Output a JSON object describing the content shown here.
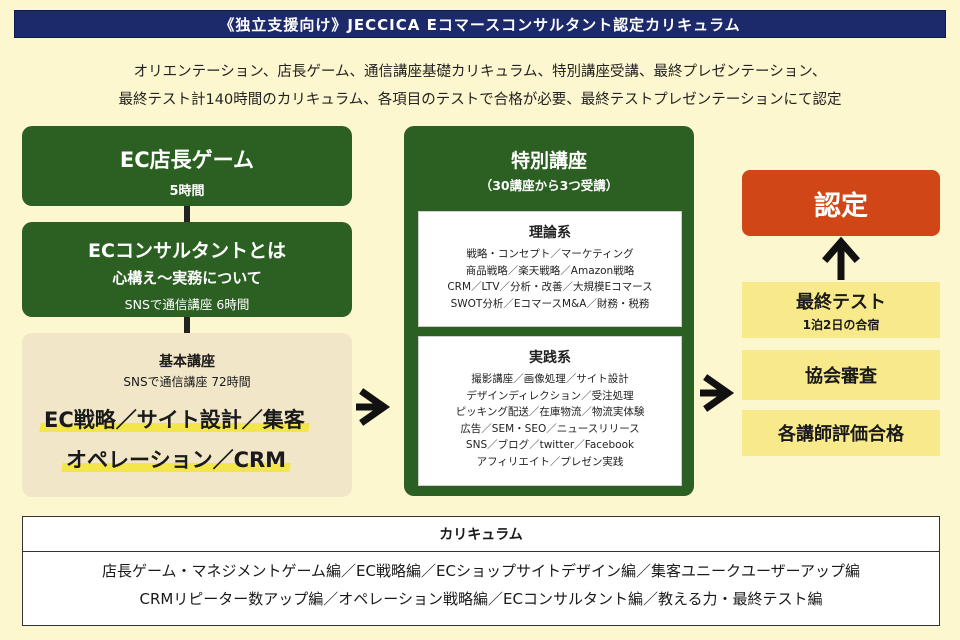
{
  "header": {
    "title": "《独立支援向け》JECCICA Eコマースコンサルタント認定カリキュラム"
  },
  "intro": {
    "line1": "オリエンテーション、店長ゲーム、通信講座基礎カリキュラム、特別講座受講、最終プレゼンテーション、",
    "line2": "最終テスト計140時間のカリキュラム、各項目のテストで合格が必要、最終テストプレゼンテーションにて認定"
  },
  "ec_game": {
    "title": "EC店長ゲーム",
    "hours": "5時間"
  },
  "consult": {
    "title": "ECコンサルタントとは",
    "subtitle": "心構え～実務について",
    "detail": "SNSで通信講座 6時間"
  },
  "basic": {
    "title": "基本講座",
    "detail": "SNSで通信講座 72時間",
    "highlight1": "EC戦略／サイト設計／集客",
    "highlight2": "オペレーション／CRM"
  },
  "special": {
    "title": "特別講座",
    "subtitle": "（30講座から3つ受講）",
    "theory": {
      "title": "理論系",
      "lines": [
        "戦略・コンセプト／マーケティング",
        "商品戦略／楽天戦略／Amazon戦略",
        "CRM／LTV／分析・改善／大規模Eコマース",
        "SWOT分析／EコマースM&A／財務・税務"
      ]
    },
    "practice": {
      "title": "実践系",
      "lines": [
        "撮影講座／画像処理／サイト設計",
        "デザインディレクション／受注処理",
        "ピッキング配送／在庫物流／物流実体験",
        "広告／SEM・SEO／ニュースリリース",
        "SNS／ブログ／twitter／Facebook",
        "アフィリエイト／プレゼン実践"
      ]
    }
  },
  "certification": {
    "label": "認定"
  },
  "final_test": {
    "title": "最終テスト",
    "detail": "1泊2日の合宿"
  },
  "association_review": {
    "label": "協会審査"
  },
  "lecturer_pass": {
    "label": "各講師評価合格"
  },
  "curriculum": {
    "heading": "カリキュラム",
    "line1": "店長ゲーム・マネジメントゲーム編／EC戦略編／ECショップサイトデザイン編／集客ユニークユーザーアップ編",
    "line2": "CRMリピーター数アップ編／オペレーション戦略編／ECコンサルタント編／教える力・最終テスト編"
  },
  "colors": {
    "header_bg": "#1c2a6b",
    "green": "#2c5f22",
    "cert": "#d14616",
    "yellow_box": "#f8ea8a",
    "page_bg": "#fdf7cf"
  }
}
